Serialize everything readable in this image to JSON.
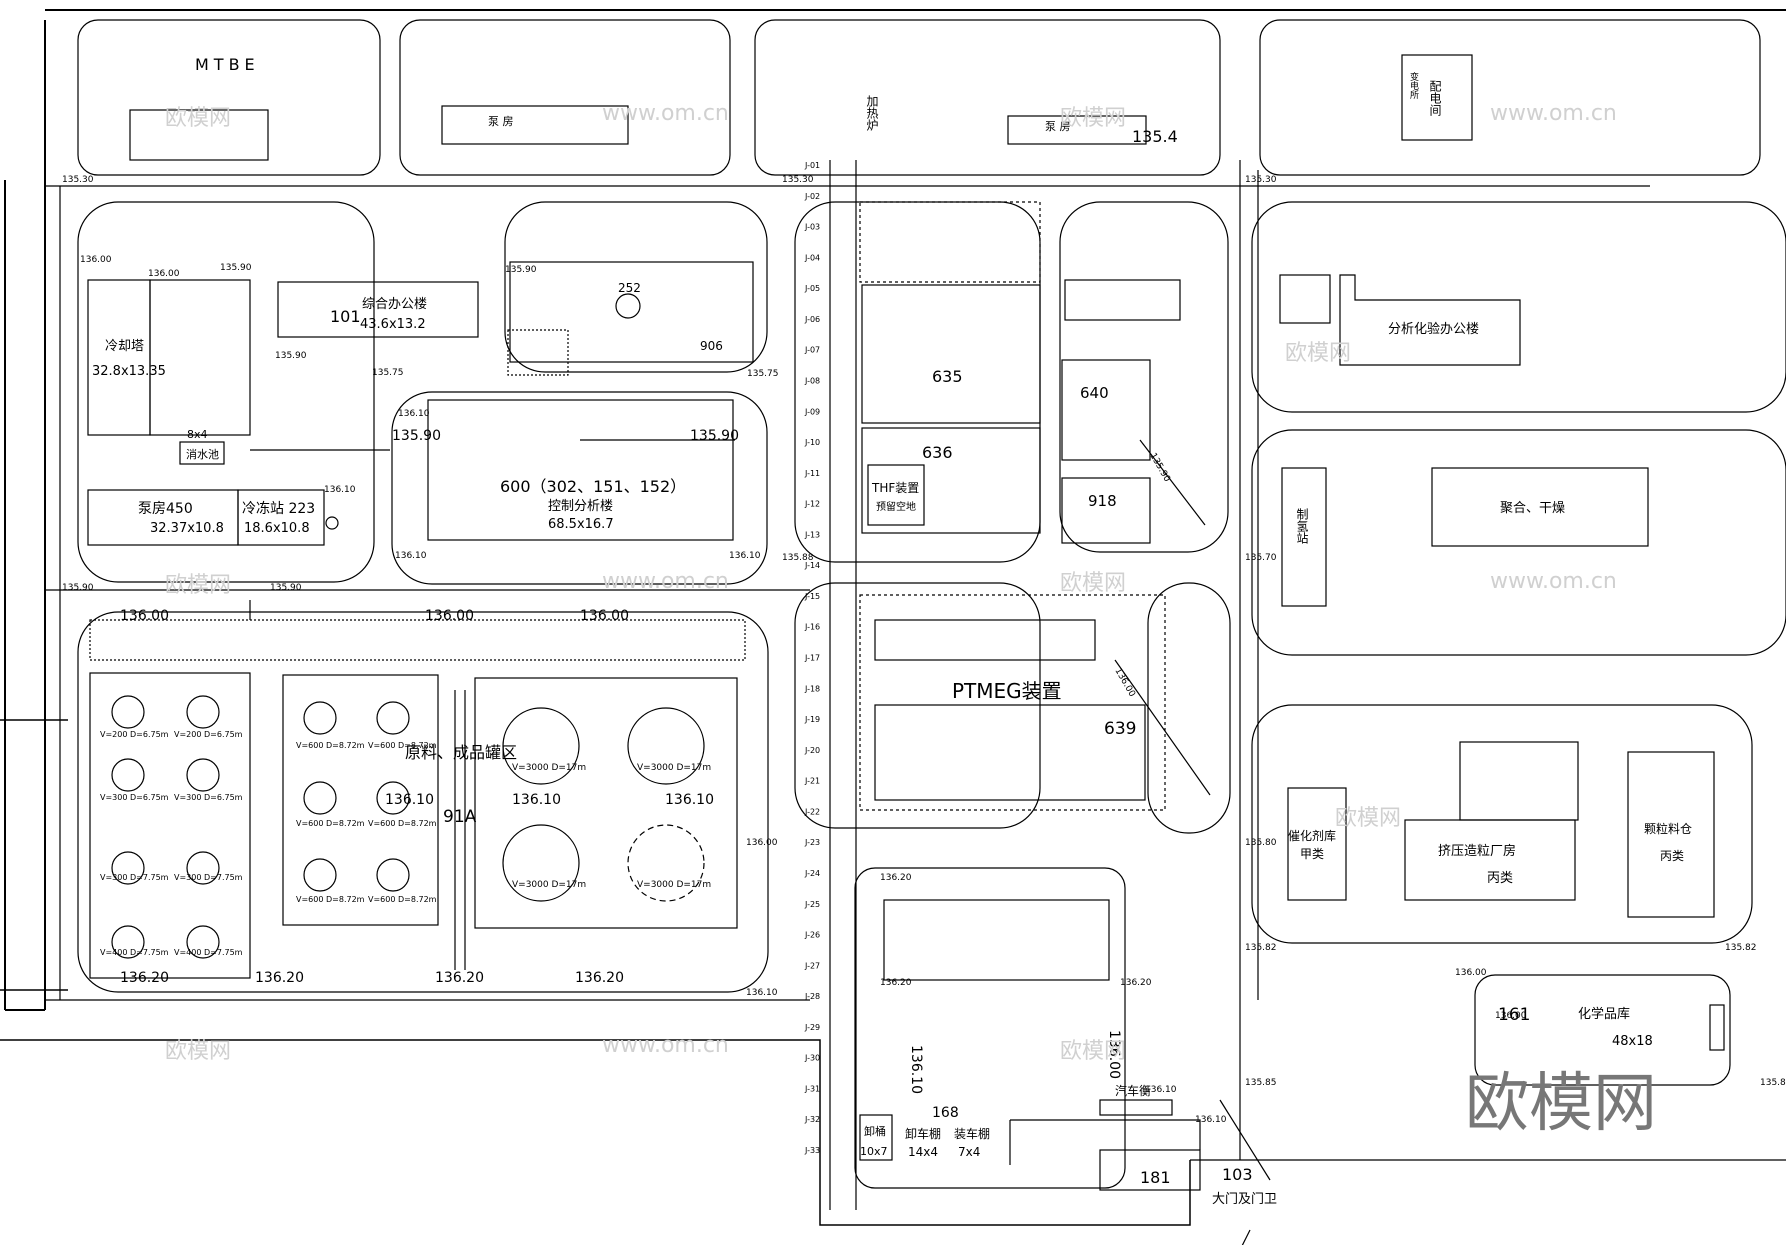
{
  "units": {
    "mtbe": {
      "label": "MTBE"
    },
    "pump_house_top": {
      "label": "泵  房"
    },
    "pump_house_right": {
      "label": "泵  房"
    },
    "heating_furnace": {
      "label": "加热炉"
    },
    "power_room": {
      "label": "配电间",
      "sub": "变电所"
    },
    "office_101": {
      "id": "101",
      "name": "综合办公楼",
      "size": "43.6x13.2"
    },
    "cooling_tower": {
      "name": "冷却塔",
      "size": "32.8x13.35"
    },
    "pool": {
      "label": "消水池"
    },
    "pump_450": {
      "name": "泵房450",
      "size": "32.37x10.8"
    },
    "cold_223": {
      "name": "冷冻站 223",
      "size": "18.6x10.8"
    },
    "control_600": {
      "id": "600（302、151、152）",
      "name": "控制分析楼",
      "size": "68.5x16.7"
    },
    "unit_252": {
      "id": "252"
    },
    "unit_906": {
      "id": "906"
    },
    "unit_635": {
      "id": "635"
    },
    "unit_636": {
      "id": "636"
    },
    "thf": {
      "name": "THF装置",
      "sub": "预留空地"
    },
    "unit_640": {
      "id": "640"
    },
    "unit_918": {
      "id": "918"
    },
    "lab_office": {
      "name": "分析化验办公楼"
    },
    "hydrogen": {
      "name": "制氢站"
    },
    "polymer": {
      "name": "聚合、干燥"
    },
    "ptmeg": {
      "name": "PTMEG装置"
    },
    "unit_639": {
      "id": "639"
    },
    "catalyst": {
      "name": "催化剂库",
      "cls": "甲类"
    },
    "extrusion": {
      "name": "挤压造粒厂房",
      "cls": "丙类"
    },
    "pellet": {
      "name": "颗粒料仓",
      "cls": "丙类"
    },
    "tank_farm": {
      "name": "原料、成品罐区",
      "id": "91A"
    },
    "chem_161": {
      "id": "161",
      "name": "化学品库",
      "size": "48x18"
    },
    "unload": {
      "name": "卸桶",
      "size": "10x7"
    },
    "unload_shed": {
      "name": "卸车棚",
      "size": "14x4"
    },
    "load_shed": {
      "name": "装车棚",
      "size": "7x4"
    },
    "unit_168": {
      "id": "168"
    },
    "truck_scale": {
      "name": "汽车衡"
    },
    "unit_181": {
      "id": "181"
    },
    "gate_103": {
      "id": "103",
      "name": "大门及门卫"
    }
  },
  "tanks": {
    "big": [
      "V=3000 D=17m",
      "V=3000 D=17m",
      "V=3000 D=17m",
      "V=3000 D=17m"
    ],
    "mid": [
      "V=600 D=8.72m",
      "V=600 D=8.72m",
      "V=600 D=8.72m",
      "V=600 D=8.72m",
      "V=600 D=8.72m",
      "V=600 D=8.72m"
    ],
    "small": [
      "V=200 D=6.75m",
      "V=200 D=6.75m",
      "V=300 D=6.75m",
      "V=300 D=6.75m",
      "V=300 D=7.75m",
      "V=300 D=7.75m",
      "V=400 D=7.75m",
      "V=400 D=7.75m"
    ]
  },
  "elevations": {
    "e1": "135.30",
    "e2": "135.30",
    "e3": "135.30",
    "e4": "135.4",
    "e5": "136.00",
    "e6": "136.00",
    "e7": "135.90",
    "e8": "135.90",
    "e9": "135.90",
    "e10": "135.75",
    "e11": "135.75",
    "e12": "136.10",
    "e13": "135.90",
    "e14": "135.90",
    "e15": "136.10",
    "e16": "136.10",
    "e17": "136.10",
    "e18": "135.88",
    "e19": "135.70",
    "e20": "135.90",
    "e21": "135.90",
    "e22": "136.00",
    "e23": "136.00",
    "e24": "136.00",
    "e25": "136.10",
    "e26": "136.10",
    "e27": "136.10",
    "e28": "136.20",
    "e29": "136.20",
    "e30": "136.20",
    "e31": "136.20",
    "e32": "136.20",
    "e33": "136.10",
    "e34": "136.00",
    "e35": "135.80",
    "e36": "135.82",
    "e37": "135.82",
    "e38": "135.85",
    "e39": "135.85",
    "e40": "136.00",
    "e41": "136.10",
    "e42": "136.10",
    "e43": "136.00",
    "e44": "135.90",
    "e45": "136.20",
    "e46": "136.20",
    "e47": "136.00",
    "e48": "136.10",
    "e49": "136.00",
    "e50": "8x4"
  },
  "grid_labels": [
    "J-01",
    "J-02",
    "J-03",
    "J-04",
    "J-05",
    "J-06",
    "J-07",
    "J-08",
    "J-09",
    "J-10",
    "J-11",
    "J-12",
    "J-13",
    "J-14",
    "J-15",
    "J-16",
    "J-17",
    "J-18",
    "J-19",
    "J-20",
    "J-21",
    "J-22",
    "J-23",
    "J-24",
    "J-25",
    "J-26",
    "J-27",
    "J-28",
    "J-29",
    "J-30",
    "J-31",
    "J-32",
    "J-33"
  ],
  "brand": {
    "watermark": "欧模网",
    "url": "www.om.cn",
    "logo_big": "欧模网"
  }
}
